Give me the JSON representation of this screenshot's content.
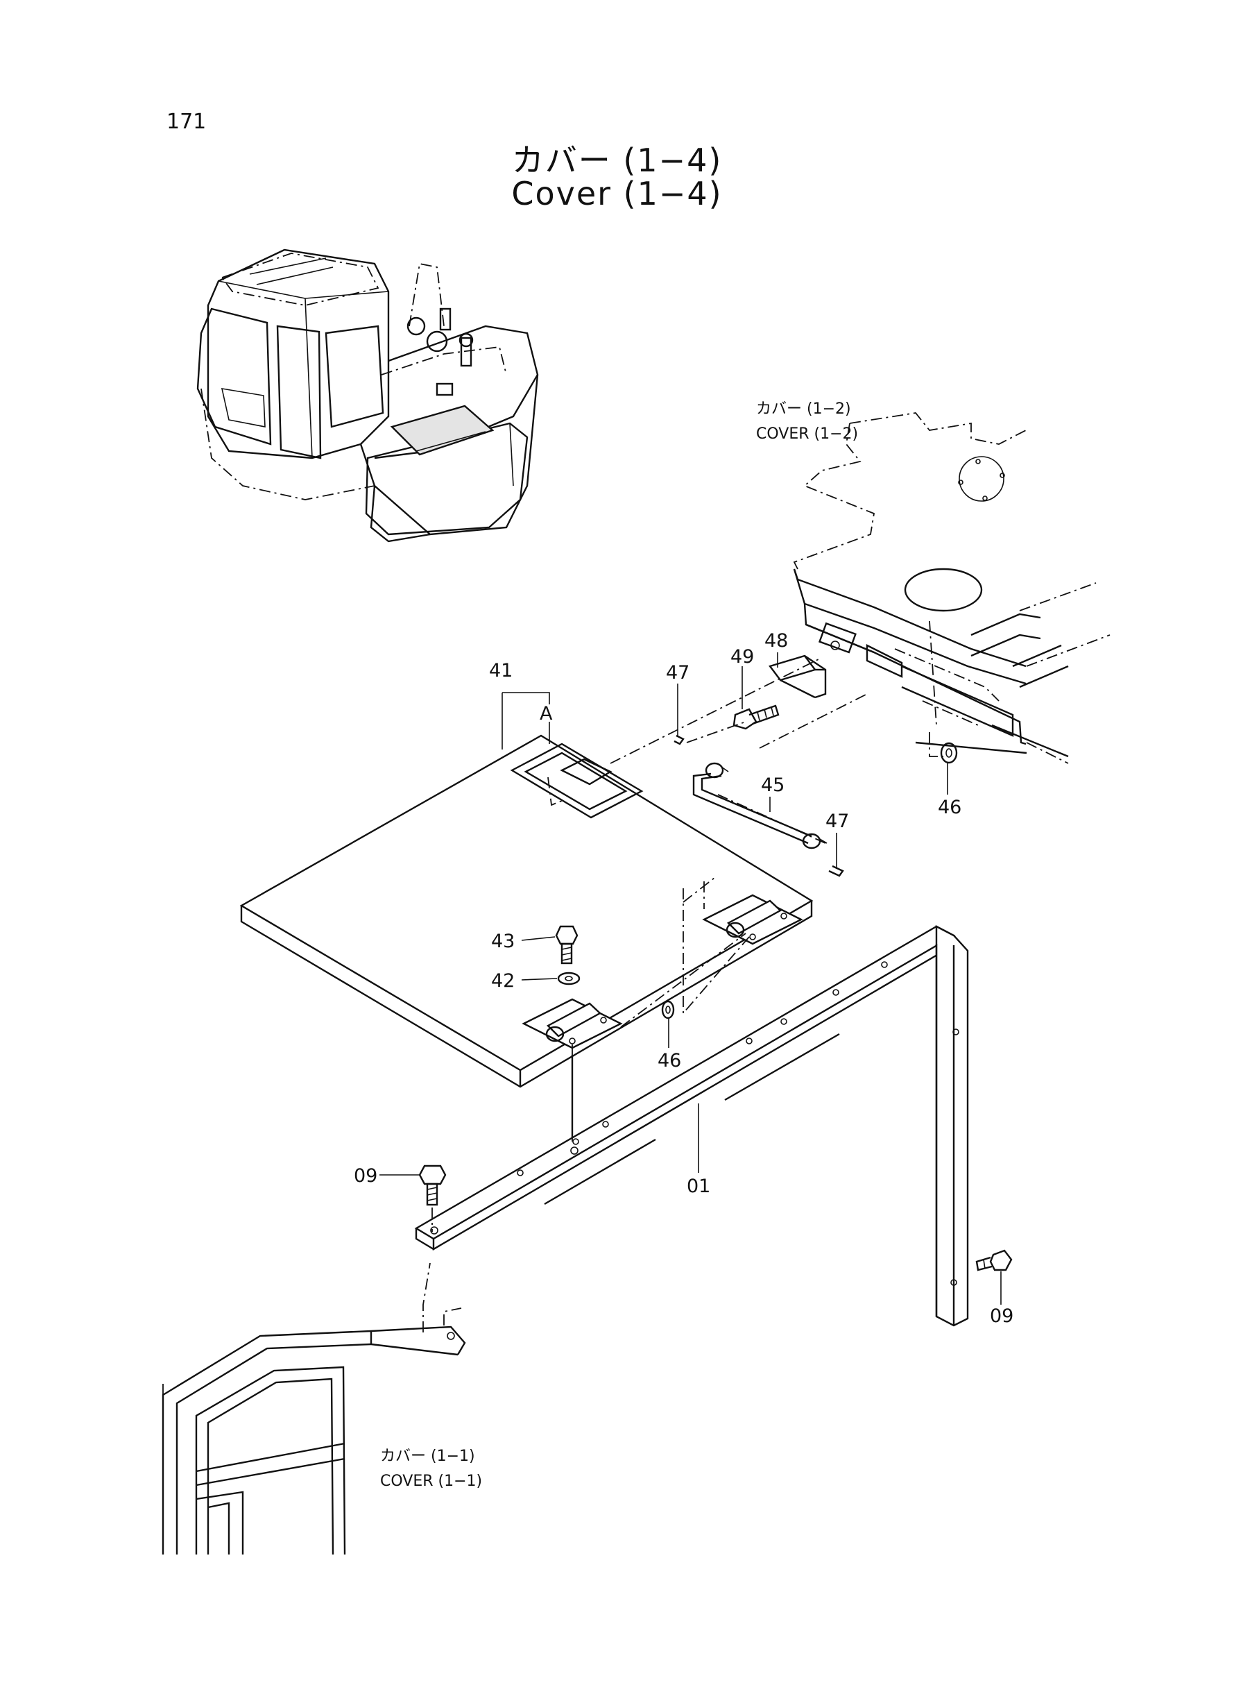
{
  "page": {
    "number": "171",
    "title_ja": "カバー (1−4)",
    "title_en": "Cover (1−4)"
  },
  "references": {
    "cover_1_2_ja": "カバー (1−2)",
    "cover_1_2_en": "COVER (1−2)",
    "cover_1_1_ja": "カバー (1−1)",
    "cover_1_1_en": "COVER (1−1)"
  },
  "view_label": "A",
  "callouts": [
    "41",
    "47",
    "49",
    "48",
    "45",
    "47",
    "46",
    "43",
    "42",
    "46",
    "09",
    "01",
    "09"
  ]
}
